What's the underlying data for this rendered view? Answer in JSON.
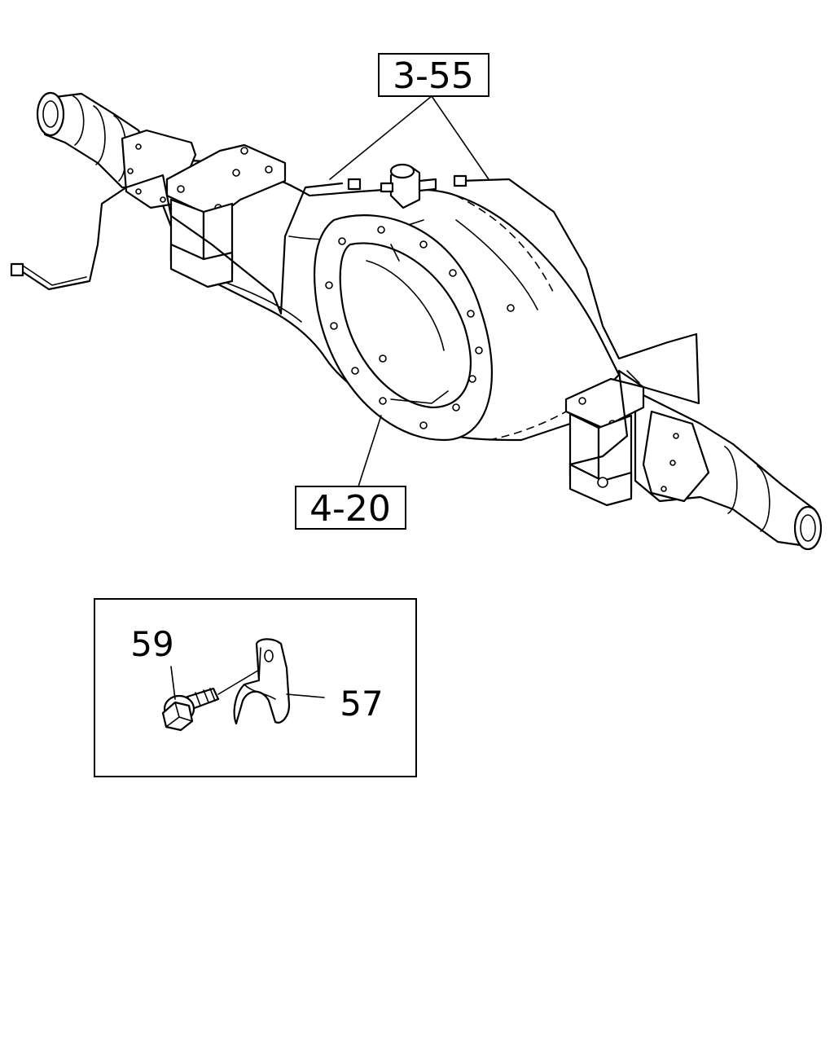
{
  "callouts": {
    "ref_brake_pipe": "3-55",
    "ref_axle_case": "4-20",
    "part_bolt": "59",
    "part_clip": "57"
  }
}
